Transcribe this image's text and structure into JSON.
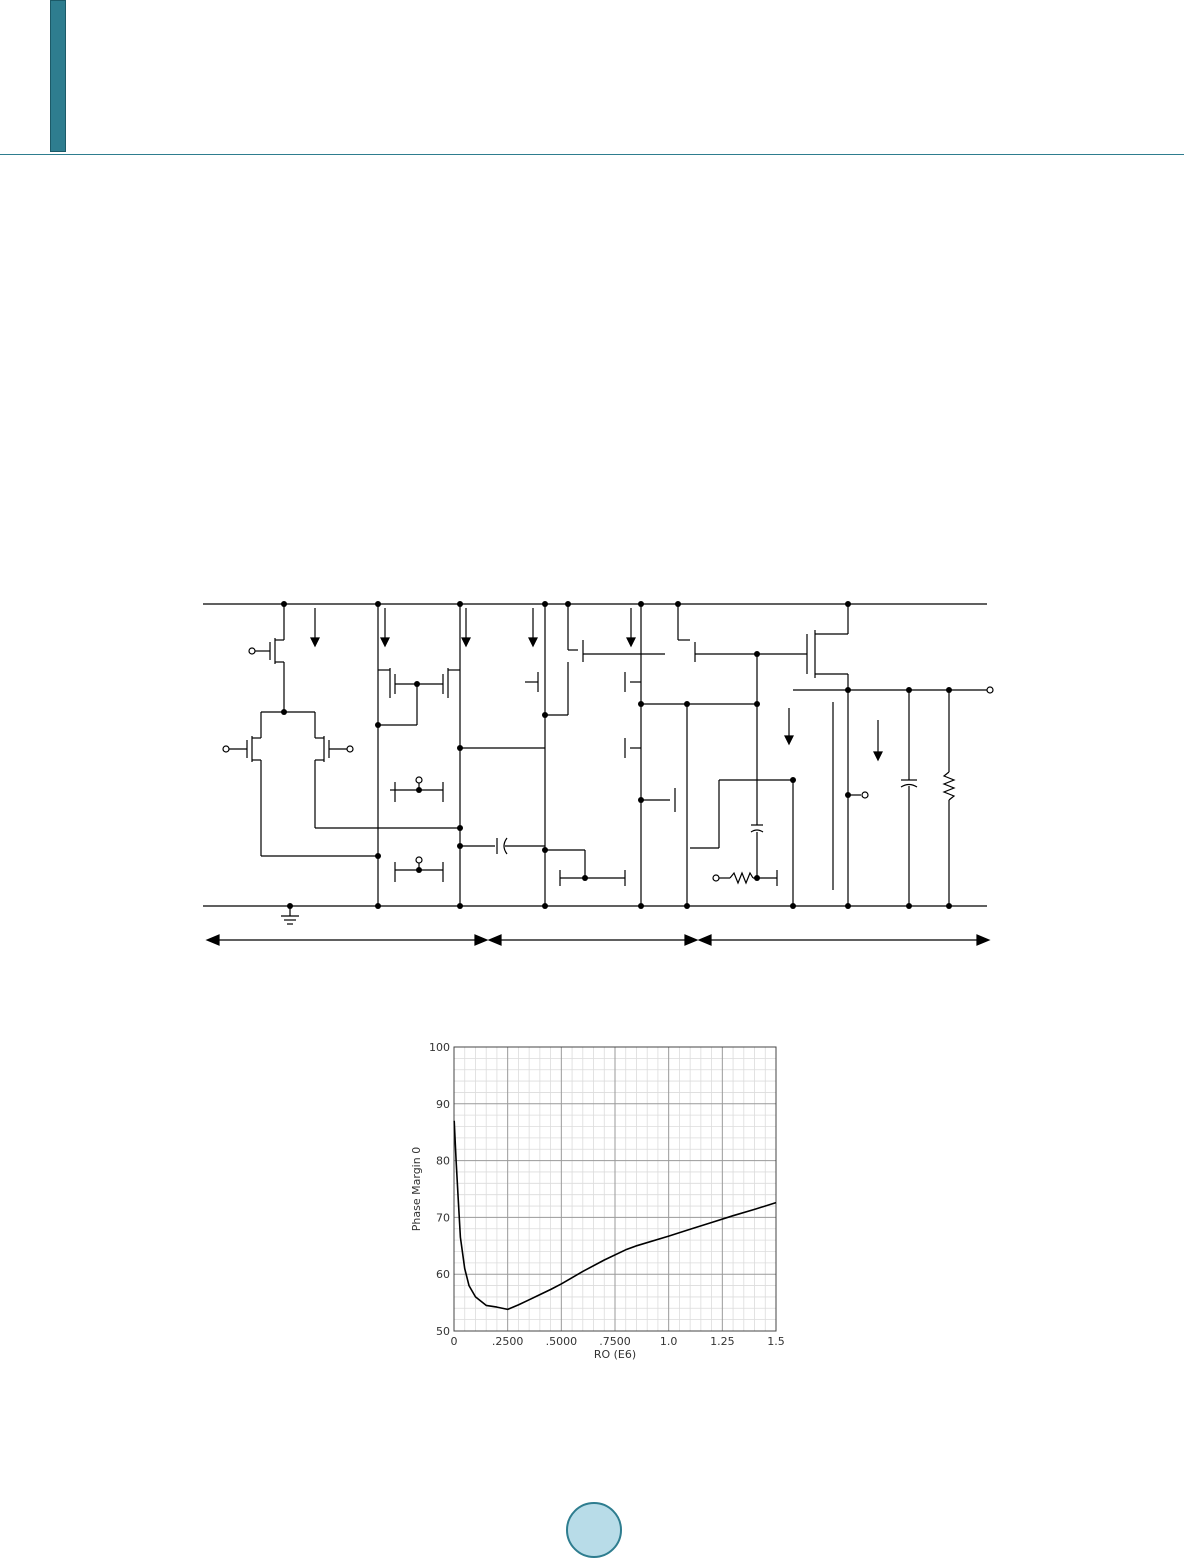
{
  "chart_data": {
    "type": "line",
    "title": "",
    "xlabel": "RO (E6)",
    "ylabel": "Phase Margin 0",
    "xlim": [
      0,
      1.5
    ],
    "ylim": [
      50,
      100
    ],
    "x_ticks": [
      0,
      0.25,
      0.5,
      0.75,
      1.0,
      1.25,
      1.5
    ],
    "x_tick_labels": [
      "0",
      ".2500",
      ".5000",
      ".7500",
      "1.0",
      "1.25",
      "1.5"
    ],
    "y_ticks": [
      50,
      60,
      70,
      80,
      90,
      100
    ],
    "y_tick_labels": [
      "50",
      "60",
      "70",
      "80",
      "90",
      "100"
    ],
    "grid": true,
    "series": [
      {
        "x": [
          0.001,
          0.01,
          0.02,
          0.03,
          0.05,
          0.07,
          0.1,
          0.15,
          0.2,
          0.25,
          0.3,
          0.35,
          0.4,
          0.45,
          0.5,
          0.6,
          0.7,
          0.8,
          0.85,
          1.0,
          1.1,
          1.2,
          1.3,
          1.4,
          1.5
        ],
        "y": [
          87,
          80,
          73,
          66.5,
          61,
          58,
          56,
          54.5,
          54.2,
          53.8,
          54.6,
          55.5,
          56.4,
          57.3,
          58.3,
          60.5,
          62.5,
          64.3,
          65.0,
          66.7,
          67.9,
          69.1,
          70.3,
          71.4,
          72.6
        ]
      }
    ],
    "color": "#000000"
  }
}
